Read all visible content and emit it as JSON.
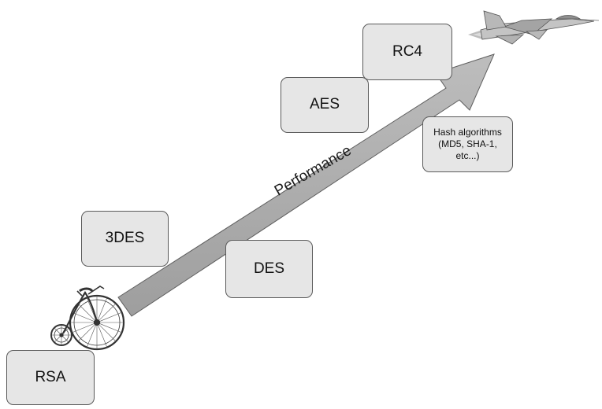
{
  "diagram": {
    "arrow_label": "Performance",
    "fill_color": "#e6e6e6",
    "border_color": "#5a5a5a",
    "arrow_fill": "#a9a9a9",
    "boxes": [
      {
        "label": "RSA"
      },
      {
        "label": "3DES"
      },
      {
        "label": "DES"
      },
      {
        "label": "AES"
      },
      {
        "label": "RC4"
      },
      {
        "label": "Hash algorithms\n(MD5, SHA-1,\netc...)"
      }
    ],
    "icons": {
      "low_end": "penny-farthing-bicycle-icon",
      "high_end": "fighter-jet-icon"
    }
  }
}
